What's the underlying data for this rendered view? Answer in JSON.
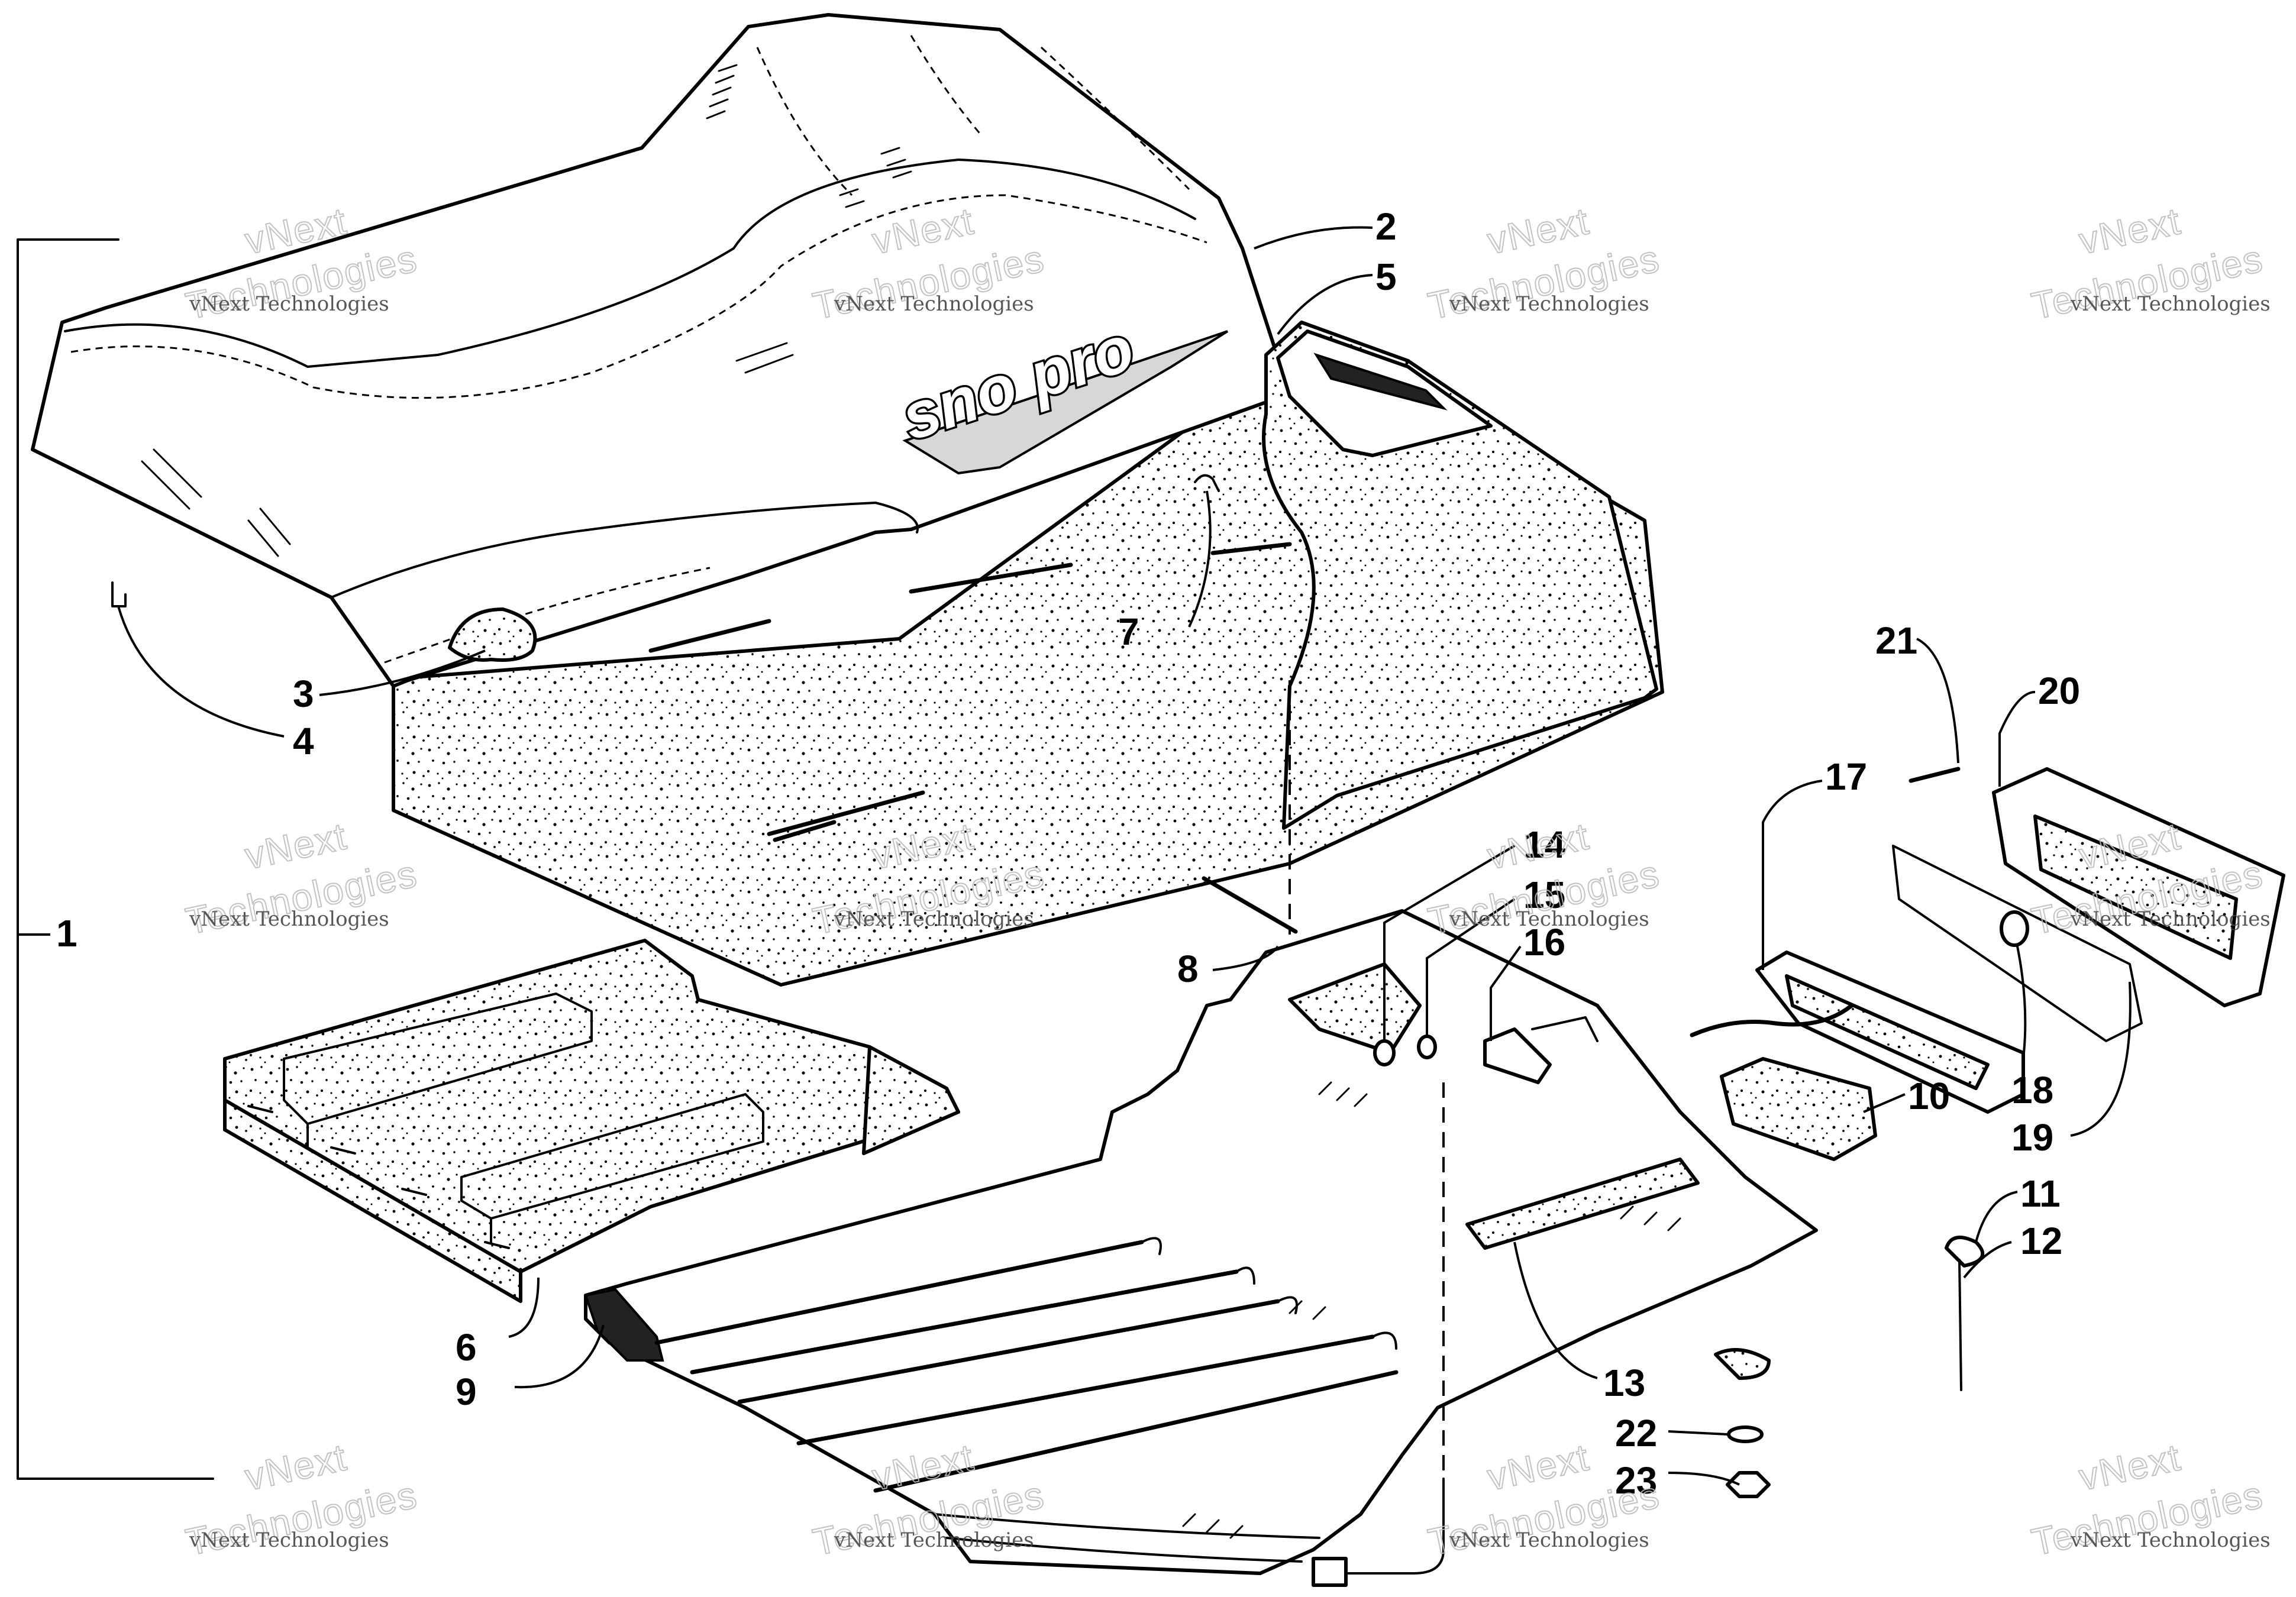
{
  "callouts": [
    {
      "id": "1",
      "label": "1"
    },
    {
      "id": "2",
      "label": "2"
    },
    {
      "id": "3",
      "label": "3"
    },
    {
      "id": "4",
      "label": "4"
    },
    {
      "id": "5",
      "label": "5"
    },
    {
      "id": "6",
      "label": "6"
    },
    {
      "id": "7",
      "label": "7"
    },
    {
      "id": "8",
      "label": "8"
    },
    {
      "id": "9",
      "label": "9"
    },
    {
      "id": "10",
      "label": "10"
    },
    {
      "id": "11",
      "label": "11"
    },
    {
      "id": "12",
      "label": "12"
    },
    {
      "id": "13",
      "label": "13"
    },
    {
      "id": "14",
      "label": "14"
    },
    {
      "id": "15",
      "label": "15"
    },
    {
      "id": "16",
      "label": "16"
    },
    {
      "id": "17",
      "label": "17"
    },
    {
      "id": "18",
      "label": "18"
    },
    {
      "id": "19",
      "label": "19"
    },
    {
      "id": "20",
      "label": "20"
    },
    {
      "id": "21",
      "label": "21"
    },
    {
      "id": "22",
      "label": "22"
    },
    {
      "id": "23",
      "label": "23"
    }
  ],
  "logo_text": "sno pro",
  "watermark": {
    "line1": "vNext Technologies",
    "line2_a": "vNext",
    "line2_b": "Technologies"
  }
}
